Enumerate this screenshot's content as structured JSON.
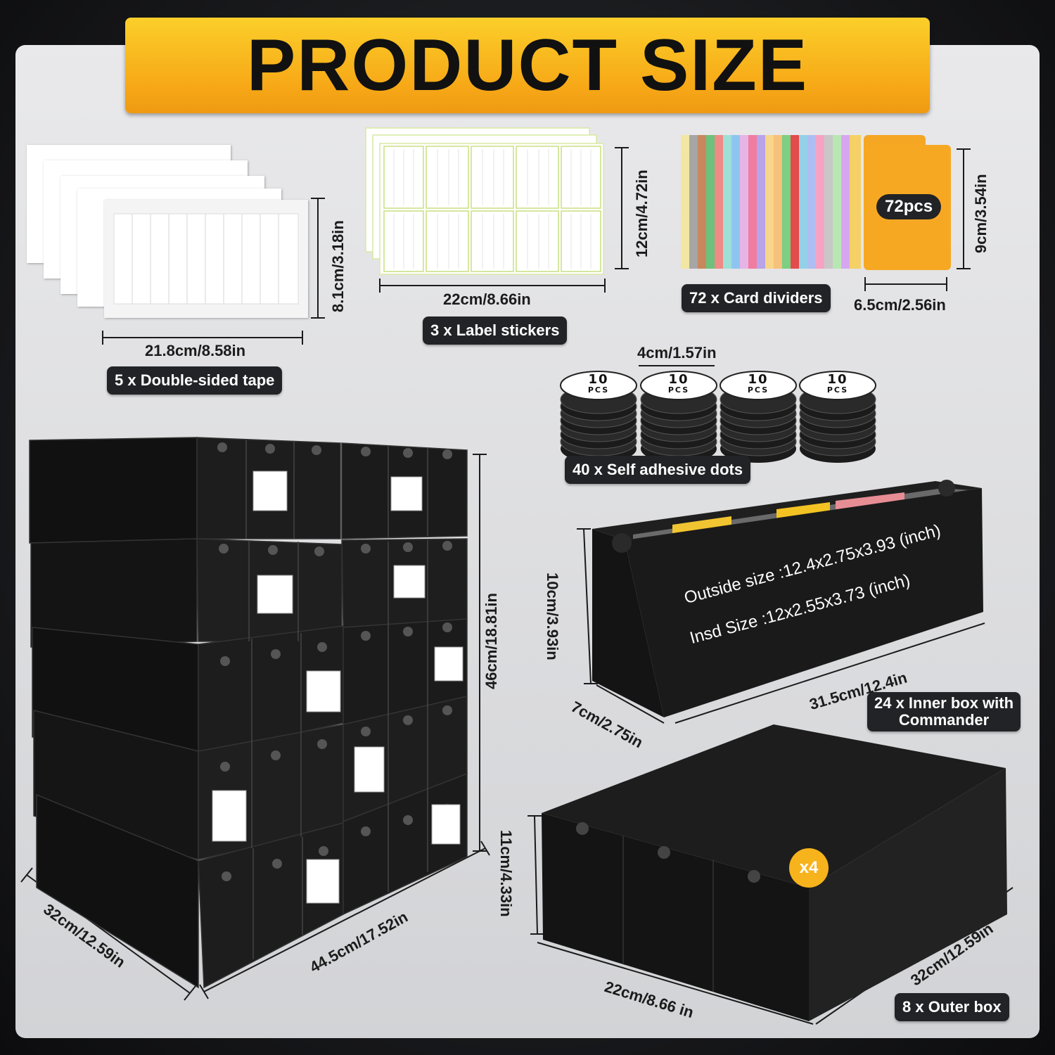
{
  "title": "PRODUCT SIZE",
  "items": {
    "tape": {
      "label": "5 x Double-sided tape",
      "width": "21.8cm/8.58in",
      "height": "8.1cm/3.18in"
    },
    "stickers": {
      "label": "3 x Label stickers",
      "width": "22cm/8.66in",
      "height": "12cm/4.72in"
    },
    "dividers": {
      "label": "72 x Card dividers",
      "badge": "72pcs",
      "width": "6.5cm/2.56in",
      "height": "9cm/3.54in"
    },
    "dots": {
      "label": "40 x Self adhesive dots",
      "diameter": "4cm/1.57in",
      "count": "10",
      "unit": "PCS"
    },
    "inner_box": {
      "label_line1": "24 x Inner box with",
      "label_line2": "Commander",
      "outside": "Outside size :12.4x2.75x3.93 (inch)",
      "inside": "Insd Size :12x2.55x3.73 (inch)",
      "height": "10cm/3.93in",
      "length": "31.5cm/12.4in",
      "width": "7cm/2.75in"
    },
    "outer_box": {
      "label": "8 x Outer box",
      "multiplier": "x4",
      "height": "11cm/4.33in",
      "width": "22cm/8.66 in",
      "depth": "32cm/12.59in"
    },
    "stack": {
      "height": "46cm/18.81in",
      "width": "44.5cm/17.52in",
      "depth": "32cm/12.59in"
    }
  },
  "colors": {
    "banner": "#f7a917",
    "box": "#161616",
    "accent": "#f7b31c"
  }
}
